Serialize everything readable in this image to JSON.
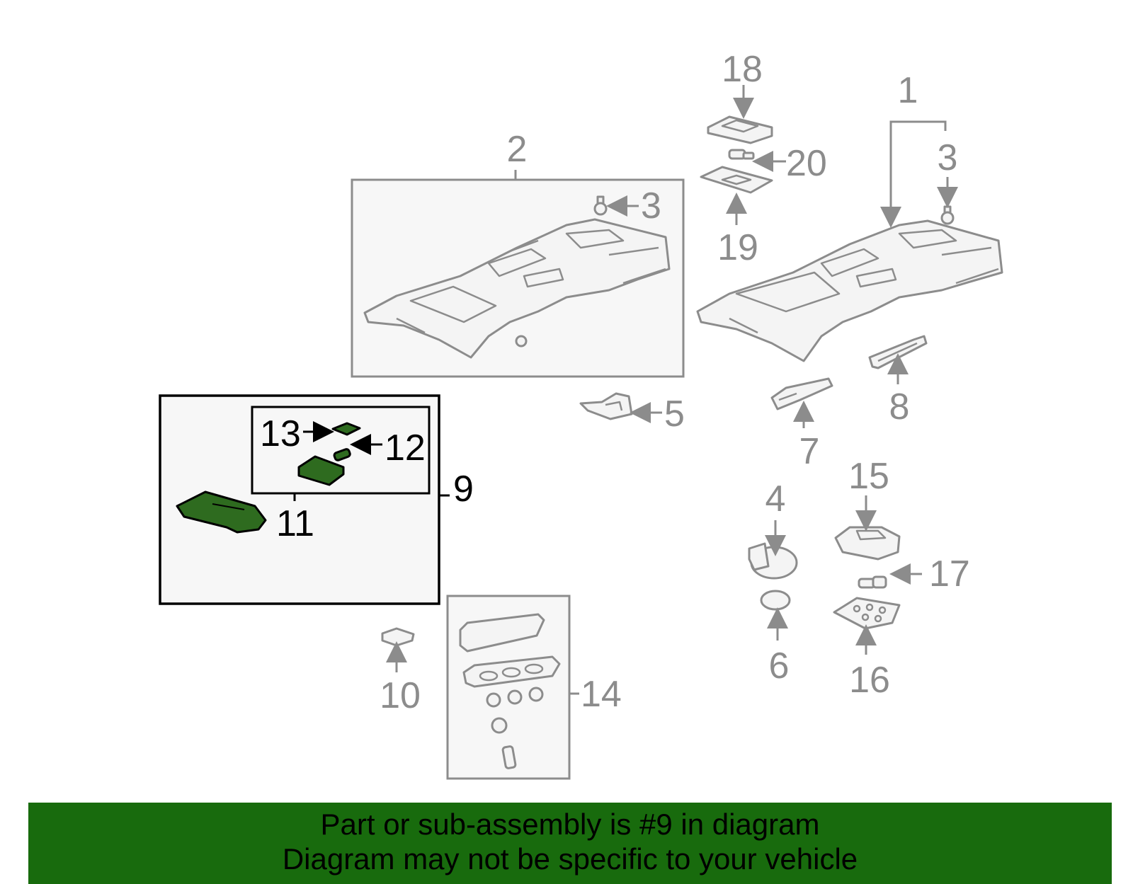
{
  "callouts": {
    "c1": "1",
    "c2": "2",
    "c3a": "3",
    "c3b": "3",
    "c4": "4",
    "c5": "5",
    "c6": "6",
    "c7": "7",
    "c8": "8",
    "c9": "9",
    "c10": "10",
    "c11": "11",
    "c12": "12",
    "c13": "13",
    "c14": "14",
    "c15": "15",
    "c16": "16",
    "c17": "17",
    "c18": "18",
    "c19": "19",
    "c20": "20"
  },
  "banner": {
    "line1": "Part or sub-assembly is #9 in diagram",
    "line2": "Diagram may not be specific to your vehicle"
  },
  "colors": {
    "highlight": "#2e6b1f",
    "banner": "#186b0d",
    "parts": "#8c8c8c"
  }
}
